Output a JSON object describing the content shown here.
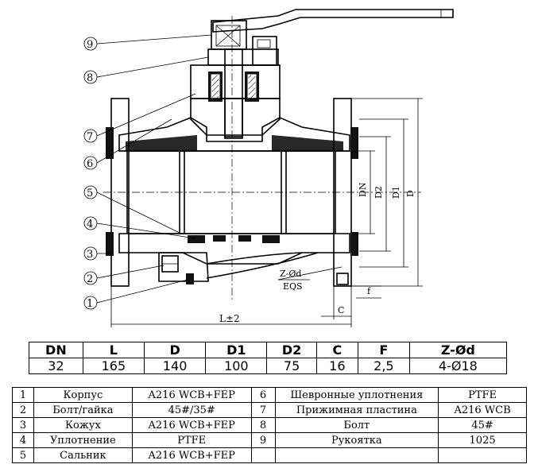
{
  "callouts": [
    "9",
    "8",
    "7",
    "6",
    "5",
    "4",
    "3",
    "2",
    "1"
  ],
  "dim_labels": {
    "dn": "DN",
    "d2": "D2",
    "d1": "D1",
    "d": "D",
    "l": "L±2",
    "c": "C",
    "f": "f",
    "zd": "Z-Ød",
    "eqs": "EQS"
  },
  "dimensions": {
    "headers": [
      "DN",
      "L",
      "D",
      "D1",
      "D2",
      "C",
      "F",
      "Z-Ød"
    ],
    "values": [
      "32",
      "165",
      "140",
      "100",
      "75",
      "16",
      "2,5",
      "4-Ø18"
    ]
  },
  "parts": [
    {
      "left_no": "1",
      "left_name": "Корпус",
      "left_mat": "A216 WCB+FEP",
      "right_no": "6",
      "right_name": "Шевронные уплотнения",
      "right_mat": "PTFE"
    },
    {
      "left_no": "2",
      "left_name": "Болт/гайка",
      "left_mat": "45#/35#",
      "right_no": "7",
      "right_name": "Прижимная пластина",
      "right_mat": "A216 WCB"
    },
    {
      "left_no": "3",
      "left_name": "Кожух",
      "left_mat": "A216 WCB+FEP",
      "right_no": "8",
      "right_name": "Болт",
      "right_mat": "45#"
    },
    {
      "left_no": "4",
      "left_name": "Уплотнение",
      "left_mat": "PTFE",
      "right_no": "9",
      "right_name": "Рукоятка",
      "right_mat": "1025"
    },
    {
      "left_no": "5",
      "left_name": "Сальник",
      "left_mat": "A216 WCB+FEP",
      "right_no": "",
      "right_name": "",
      "right_mat": ""
    }
  ]
}
